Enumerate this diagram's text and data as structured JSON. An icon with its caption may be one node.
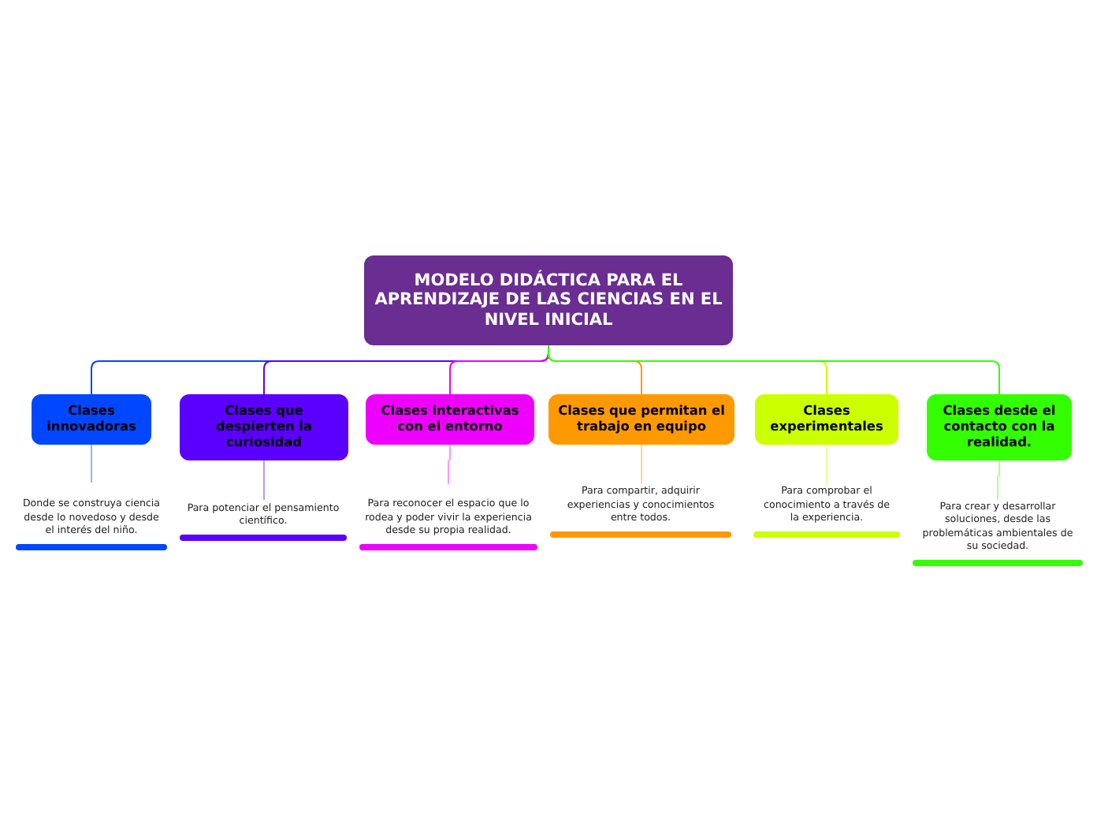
{
  "diagram": {
    "nodes": [
      {
        "text": [
          "MODELO DIDÁCTICA PARA EL APRENDIZAJE DE LAS CIENCIAS EN EL NIVEL INICIAL"
        ]
      },
      {
        "text": [
          "Clases innovadoras"
        ]
      },
      {
        "text": [
          "Clases que despierten la curiosidad"
        ]
      },
      {
        "text": [
          "Clases interactivas con el entorno"
        ]
      },
      {
        "text": [
          "Clases que permitan el trabajo en equipo"
        ]
      },
      {
        "text": [
          "Clases experimentales"
        ]
      },
      {
        "text": [
          "Clases desde el contacto con la realidad."
        ]
      },
      {
        "text": [
          "Donde se construya ciencia desde lo novedoso y desde el interés del niño."
        ]
      },
      {
        "text": [
          "Para potenciar el pensamiento científico."
        ]
      },
      {
        "text": [
          "Para reconocer el espacio que lo rodea y poder vivir la experiencia desde su propia realidad."
        ]
      },
      {
        "text": [
          "Para compartir, adquirir experiencias  y conocimientos entre todos."
        ]
      },
      {
        "text": [
          "Para comprobar el conocimiento a través de la experiencia."
        ]
      },
      {
        "text": [
          "Para crear y desarrollar soluciones, desde las problemáticas ambientales de su sociedad."
        ]
      }
    ],
    "edges": [
      {
        "from": 0,
        "to": 1,
        "arrow": "none",
        "color": "#0047ff"
      },
      {
        "from": 0,
        "to": 2,
        "arrow": "none",
        "color": "#5b00ff"
      },
      {
        "from": 0,
        "to": 3,
        "arrow": "none",
        "color": "#ee00ff"
      },
      {
        "from": 0,
        "to": 4,
        "arrow": "none",
        "color": "#ff9900"
      },
      {
        "from": 0,
        "to": 5,
        "arrow": "none",
        "color": "#ccff00"
      },
      {
        "from": 0,
        "to": 6,
        "arrow": "none",
        "color": "#33ff00"
      },
      {
        "from": 1,
        "to": 7,
        "arrow": "none",
        "color": "#99b5ff"
      },
      {
        "from": 2,
        "to": 8,
        "arrow": "none",
        "color": "#b599ff"
      },
      {
        "from": 3,
        "to": 9,
        "arrow": "none",
        "color": "#f799ff"
      },
      {
        "from": 4,
        "to": 10,
        "arrow": "none",
        "color": "#ffd699"
      },
      {
        "from": 5,
        "to": 11,
        "arrow": "none",
        "color": "#ebff99"
      },
      {
        "from": 6,
        "to": 12,
        "arrow": "none",
        "color": "#adff99"
      }
    ]
  }
}
